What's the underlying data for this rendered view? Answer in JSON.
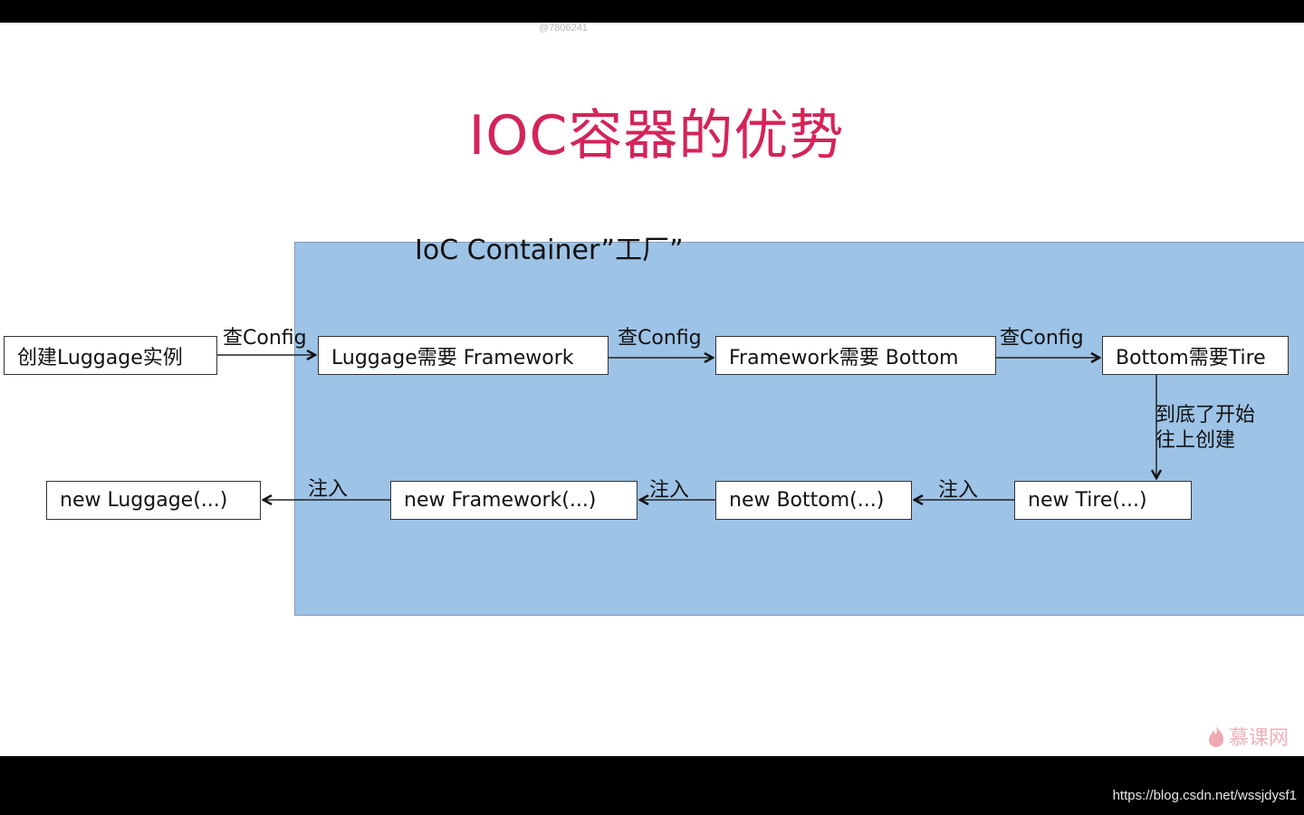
{
  "watermark_top": "@7806241",
  "title": "IOC容器的优势",
  "container_label": "IoC Container”工厂”",
  "top_row": {
    "start": "创建Luggage实例",
    "step1": "Luggage需要 Framework",
    "step2": "Framework需要 Bottom",
    "step3": "Bottom需要Tire",
    "edge_label": "查Config"
  },
  "turn_note": [
    "到底了开始",
    "往上创建"
  ],
  "bottom_row": {
    "tire": "new Tire(...)",
    "bottom": "new Bottom(...)",
    "framework": "new Framework(...)",
    "luggage": "new Luggage(...)",
    "edge_label": "注入"
  },
  "logo_text": "慕课网",
  "url": "https://blog.csdn.net/wssjdysf1"
}
